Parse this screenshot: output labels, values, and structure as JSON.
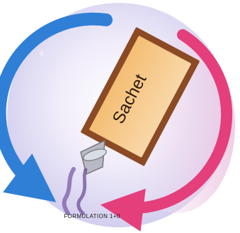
{
  "diagram": {
    "sachet_label": "Sachet",
    "left_arrow_label": "P",
    "right_arrow_label": "",
    "bottom_label": "FORMULATION 1+0"
  },
  "colors": {
    "background_outer": "#d7d4ef",
    "background_center": "#ffffff",
    "left_arrow": "#2f7fd6",
    "right_arrow": "#e43f7b",
    "sachet_fill": "#f6c07a",
    "sachet_border": "#8b4a24",
    "stream": "#7b5ca8",
    "beaker_outline": "#777777"
  },
  "icons": {
    "left_arrow": "curved-arrow-icon",
    "right_arrow": "curved-arrow-icon",
    "beaker": "beaker-icon"
  }
}
